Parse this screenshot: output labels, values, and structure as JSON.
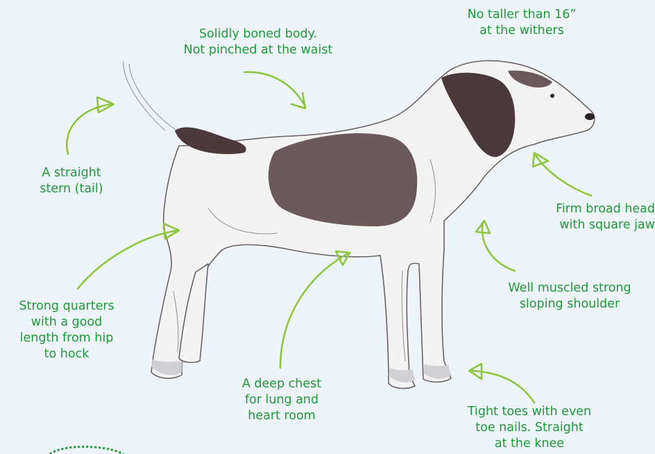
{
  "annotations": {
    "height": {
      "lines": [
        "No taller than 16”",
        "at the withers"
      ]
    },
    "body": {
      "lines": [
        "Solidly boned body.",
        "Not pinched at the waist"
      ]
    },
    "stern": {
      "lines": [
        "A straight",
        "stern (tail)"
      ]
    },
    "head": {
      "lines": [
        "Firm broad head",
        "with square jaw"
      ]
    },
    "shoulder": {
      "lines": [
        "Well muscled strong",
        "sloping shoulder"
      ]
    },
    "quarters": {
      "lines": [
        "Strong quarters",
        "with a good",
        "length from hip",
        "to hock"
      ]
    },
    "chest": {
      "lines": [
        "A deep chest",
        "for lung and",
        "heart room"
      ]
    },
    "toes": {
      "lines": [
        "Tight toes with even",
        "toe nails. Straight",
        "at the knee"
      ]
    }
  },
  "colors": {
    "background": "#eef5fa",
    "label_text": "#1e9a36",
    "arrow": "#8cc63f",
    "dog_patch": "#5b4a4c"
  },
  "illustration": {
    "subject": "dog-illustration",
    "style": "ink-wash"
  }
}
